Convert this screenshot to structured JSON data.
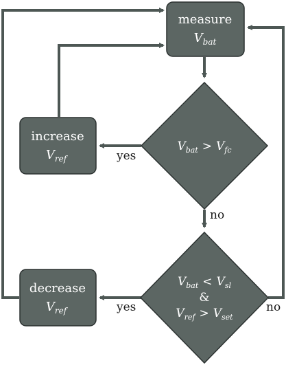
{
  "colors": {
    "node_fill": "#5c6663",
    "node_stroke": "#2b3130",
    "line": "#4d5754",
    "text_on_node": "#ffffff",
    "label_text": "#1a1a1a"
  },
  "nodes": {
    "measure": {
      "line1": "measure",
      "var": "V",
      "sub": "bat"
    },
    "increase": {
      "line1": "increase",
      "var": "V",
      "sub": "ref"
    },
    "decrease": {
      "line1": "decrease",
      "var": "V",
      "sub": "ref"
    },
    "decision1": {
      "lhs_var": "V",
      "lhs_sub": "bat",
      "op": ">",
      "rhs_var": "V",
      "rhs_sub": "fc"
    },
    "decision2": {
      "row1": {
        "lhs_var": "V",
        "lhs_sub": "bat",
        "op": "<",
        "rhs_var": "V",
        "rhs_sub": "sl"
      },
      "joiner": "&",
      "row2": {
        "lhs_var": "V",
        "lhs_sub": "ref",
        "op": ">",
        "rhs_var": "V",
        "rhs_sub": "set"
      }
    }
  },
  "edge_labels": {
    "d1_yes": "yes",
    "d1_no": "no",
    "d2_yes": "yes",
    "d2_no": "no"
  }
}
